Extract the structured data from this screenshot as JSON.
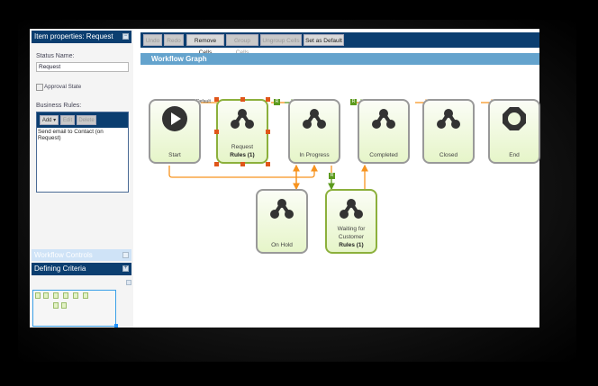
{
  "item_properties": {
    "title": "Item properties: Request",
    "collapse_icon": "minus-box-icon",
    "status_name_label": "Status Name:",
    "status_name_value": "Request",
    "approval_state_label": "Approval State",
    "approval_state_checked": false,
    "business_rules_label": "Business Rules:",
    "rules_toolbar": {
      "add": "Add ▾",
      "edit": "Edit",
      "delete": "Delete"
    },
    "rules": [
      "Send email to Contact (on Request)"
    ]
  },
  "workflow_controls": {
    "title": "Workflow Controls"
  },
  "defining_criteria": {
    "title": "Defining Criteria"
  },
  "toolbar": {
    "undo": "Undo",
    "redo": "Redo",
    "remove_cells": "Remove Cells",
    "group_cells": "Group Cells",
    "ungroup_cells": "Ungroup Cells",
    "set_as_default": "Set as Default"
  },
  "graph": {
    "title": "Workflow Graph",
    "default_edge_label": "Default",
    "rule_badge": "R",
    "nodes": {
      "start": {
        "label": "Start",
        "icon": "play-icon"
      },
      "request": {
        "label": "Request",
        "rules": "Rules (1)",
        "icon": "status-icon",
        "selected": true
      },
      "in_progress": {
        "label": "In Progress",
        "icon": "status-icon"
      },
      "completed": {
        "label": "Completed",
        "icon": "status-icon"
      },
      "closed": {
        "label": "Closed",
        "icon": "status-icon"
      },
      "end": {
        "label": "End",
        "icon": "stop-icon"
      },
      "on_hold": {
        "label": "On Hold",
        "icon": "status-icon"
      },
      "waiting": {
        "label": "Waiting for Customer",
        "label_line1": "Waiting for",
        "label_line2": "Customer",
        "rules": "Rules (1)",
        "icon": "status-icon"
      }
    }
  },
  "colors": {
    "header_navy": "#0b3e70",
    "graph_header": "#64a3cd",
    "edge_orange": "#f7931e",
    "rule_green": "#5c9a1d",
    "selection_handle": "#e0561a"
  }
}
